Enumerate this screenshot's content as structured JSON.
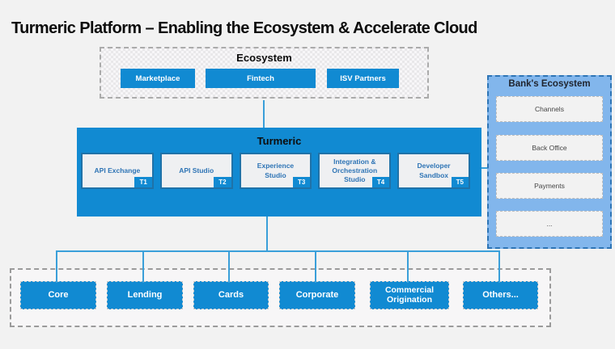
{
  "title": "Turmeric Platform – Enabling the Ecosystem & Accelerate Cloud",
  "colors": {
    "accent_blue": "#118AD2",
    "bank_fill": "#82B6EC",
    "bank_border": "#2E75B6",
    "module_card_fill": "#EFF0F2",
    "module_card_border": "#1F72A8",
    "module_text": "#2E74B5",
    "connector_blue": "#3A9FD9",
    "dashed_gray": "#9B9B9B",
    "slide_background": "#F2F2F2"
  },
  "ecosystem": {
    "label": "Ecosystem",
    "items": [
      {
        "label": "Marketplace"
      },
      {
        "label": "Fintech"
      },
      {
        "label": "ISV Partners"
      }
    ]
  },
  "bank": {
    "label": "Bank's Ecosystem",
    "items": [
      {
        "label": "Channels"
      },
      {
        "label": "Back Office"
      },
      {
        "label": "Payments"
      },
      {
        "label": "..."
      }
    ]
  },
  "platform": {
    "label": "Turmeric",
    "modules": [
      {
        "name": "API Exchange",
        "tag": "T1"
      },
      {
        "name": "API Studio",
        "tag": "T2"
      },
      {
        "name": "Experience Studio",
        "tag": "T3"
      },
      {
        "name": "Integration & Orchestration Studio",
        "tag": "T4"
      },
      {
        "name": "Developer Sandbox",
        "tag": "T5"
      }
    ]
  },
  "core_systems": {
    "items": [
      {
        "label": "Core"
      },
      {
        "label": "Lending"
      },
      {
        "label": "Cards"
      },
      {
        "label": "Corporate"
      },
      {
        "label": "Commercial Origination"
      },
      {
        "label": "Others..."
      }
    ]
  }
}
